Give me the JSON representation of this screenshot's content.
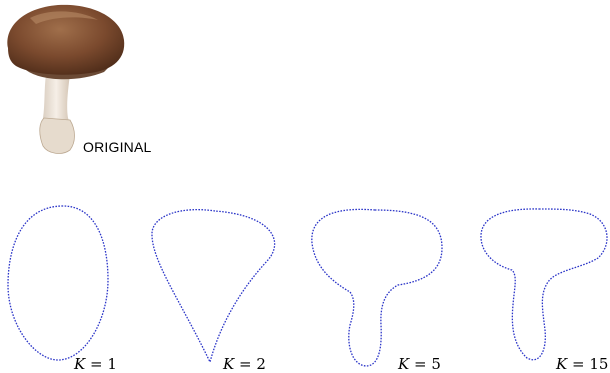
{
  "photo": {
    "caption": "ORIGINAL",
    "cap_color": "#7b4a2e",
    "stem_color": "#efe6dc"
  },
  "outline_color": "#2b35c8",
  "panels": [
    {
      "k_symbol": "K",
      "k_value": "= 1"
    },
    {
      "k_symbol": "K",
      "k_value": "= 2"
    },
    {
      "k_symbol": "K",
      "k_value": "= 5"
    },
    {
      "k_symbol": "K",
      "k_value": "= 15"
    }
  ]
}
